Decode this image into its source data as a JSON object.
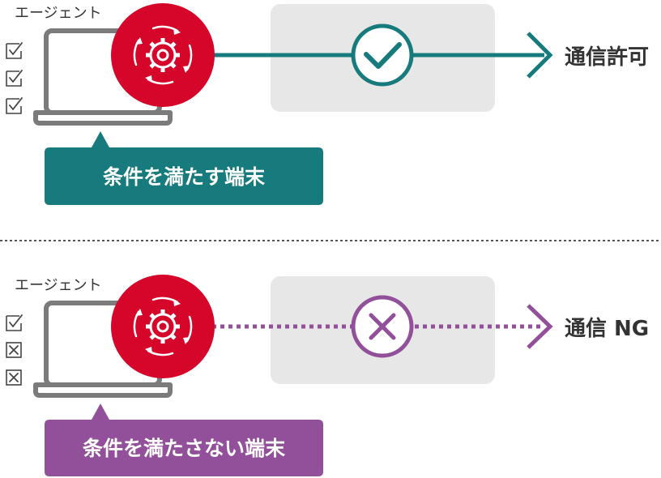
{
  "colors": {
    "allowed": "#177a7c",
    "denied": "#93509a",
    "agent_red": "#d6062a",
    "laptop_gray": "#7b7b7b",
    "box_gray": "#e7e7e7",
    "text_dark": "#333333",
    "divider": "#555555"
  },
  "allowed": {
    "agent_label": "エージェント",
    "checks": [
      "check",
      "check",
      "check"
    ],
    "callout": "条件を満たす端末",
    "result_label": "通信許可",
    "status_icon": "checkmark-icon"
  },
  "denied": {
    "agent_label": "エージェント",
    "checks": [
      "check",
      "cross",
      "cross"
    ],
    "callout": "条件を満たさない端末",
    "result_label": "通信 NG",
    "status_icon": "cross-icon"
  }
}
